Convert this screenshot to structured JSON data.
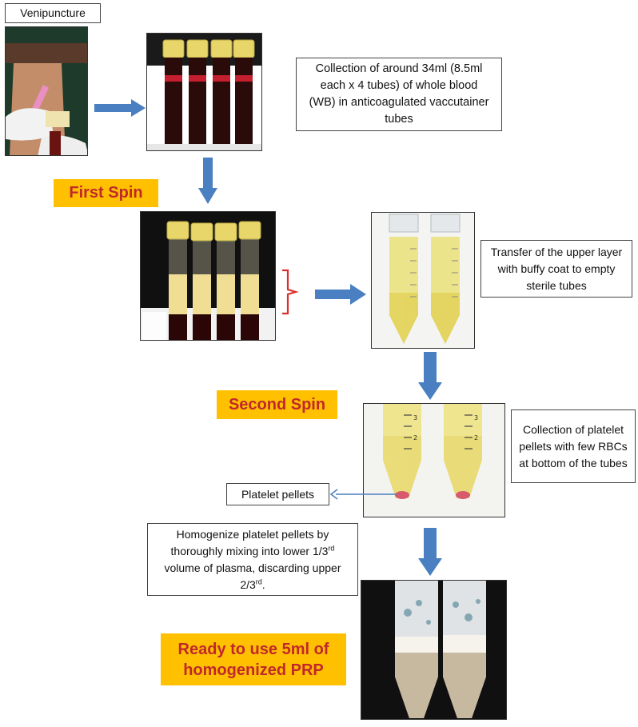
{
  "labels": {
    "venipuncture": "Venipuncture",
    "collection_text": "Collection of around 34ml (8.5ml each x 4 tubes) of whole blood (WB) in anticoagulated vaccutainer tubes",
    "first_spin": "First Spin",
    "transfer_text": "Transfer  of the upper layer with buffy coat to empty sterile tubes",
    "second_spin": "Second Spin",
    "pellet_collection_text": "Collection of platelet pellets with few RBCs at bottom of the tubes",
    "platelet_pellets": "Platelet pellets",
    "homogenize_line1": "Homogenize platelet pellets by thoroughly mixing into lower",
    "homogenize_frac1": "1/3",
    "homogenize_sup1": "rd",
    "homogenize_mid": " volume of plasma, discarding upper 2/3",
    "homogenize_sup2": "rd",
    "homogenize_end": ".",
    "ready": "Ready to use 5ml of homogenized PRP"
  },
  "colors": {
    "accent_box": "#ffc000",
    "accent_text": "#c0282c",
    "arrow": "#4a7fc1",
    "bracket": "#d9302b"
  },
  "icons": {
    "arrow_right": "arrow-right-icon",
    "arrow_down": "arrow-down-icon",
    "arrow_left": "arrow-left-icon",
    "bracket": "bracket-icon"
  }
}
